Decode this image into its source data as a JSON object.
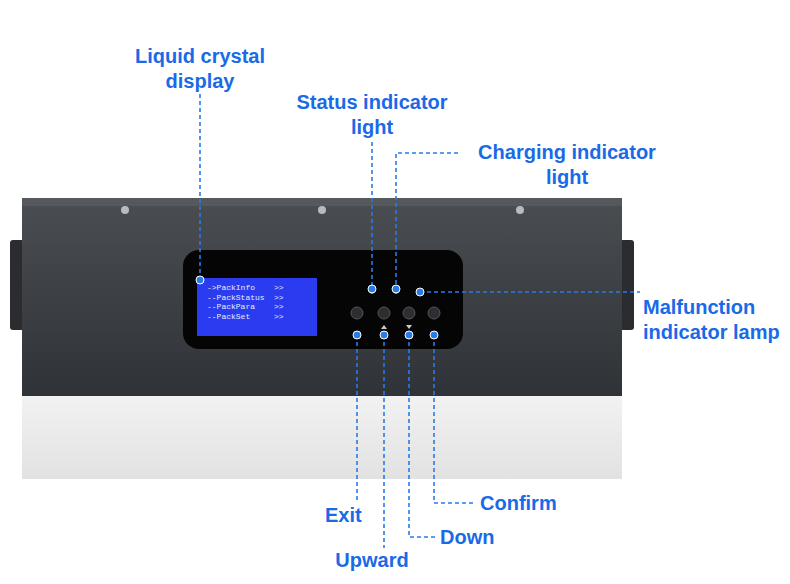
{
  "diagram": {
    "labels": [
      "Liquid crystal display",
      "Status indicator light",
      "Charging indicator light",
      "Malfunction indicator lamp",
      "->PackInfo",
      ">>",
      "--PackStatus",
      ">>",
      "--PackPara",
      ">>",
      "--PackSet",
      ">>",
      "Exit",
      "Upward",
      "Down",
      "Confirm"
    ]
  }
}
